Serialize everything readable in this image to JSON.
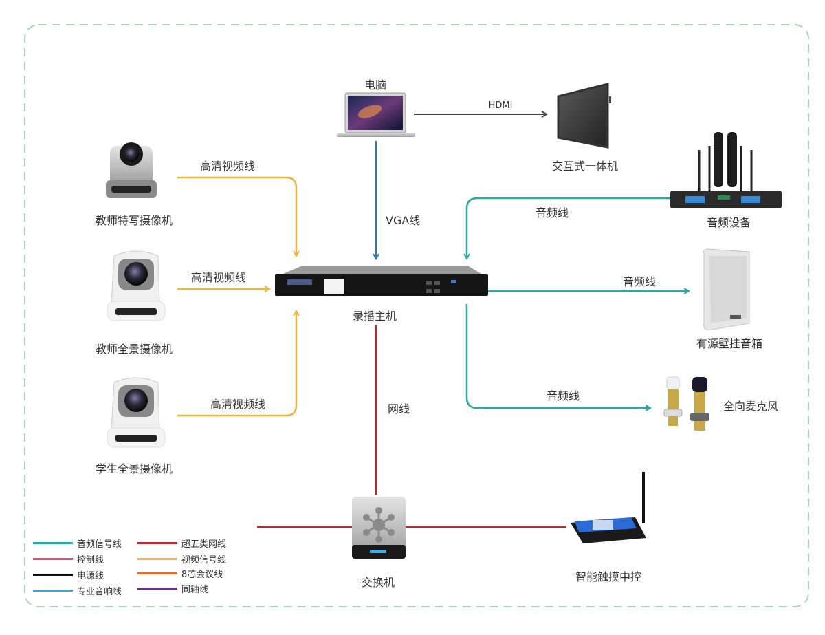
{
  "diagram": {
    "title": "录播系统连接示意图",
    "devices": {
      "computer": "电脑",
      "interactive_display": "交互式一体机",
      "audio_equipment": "音频设备",
      "recording_host": "录播主机",
      "wall_speaker": "有源壁挂音箱",
      "omni_mic": "全向麦克风",
      "teacher_closeup_cam": "教师特写摄像机",
      "teacher_panorama_cam": "教师全景摄像机",
      "student_panorama_cam": "学生全景摄像机",
      "switch": "交换机",
      "touch_controller": "智能触摸中控"
    },
    "connections": {
      "hdmi": "HDMI",
      "vga": "VGA线",
      "audio_in": "音频线",
      "audio_speaker": "音频线",
      "audio_mic": "音频线",
      "video1": "高清视频线",
      "video2": "高清视频线",
      "video3": "高清视频线",
      "network": "网线"
    },
    "legend": [
      {
        "label": "音频信号线",
        "color": "#2aa9a0"
      },
      {
        "label": "控制线",
        "color": "#e2508c"
      },
      {
        "label": "电源线",
        "color": "#111111"
      },
      {
        "label": "专业音响线",
        "color": "#3aa6dd"
      },
      {
        "label": "超五类网线",
        "color": "#c0283a"
      },
      {
        "label": "视频信号线",
        "color": "#f2b33a"
      },
      {
        "label": "8芯会议线",
        "color": "#e3703a"
      },
      {
        "label": "同轴线",
        "color": "#6a2d92"
      }
    ],
    "colors": {
      "audio": "#2aa9a0",
      "video": "#f2b33a",
      "network": "#c0283a",
      "vga": "#2a79c2",
      "hdmi": "#444444",
      "border": "#a8d8b0"
    }
  }
}
